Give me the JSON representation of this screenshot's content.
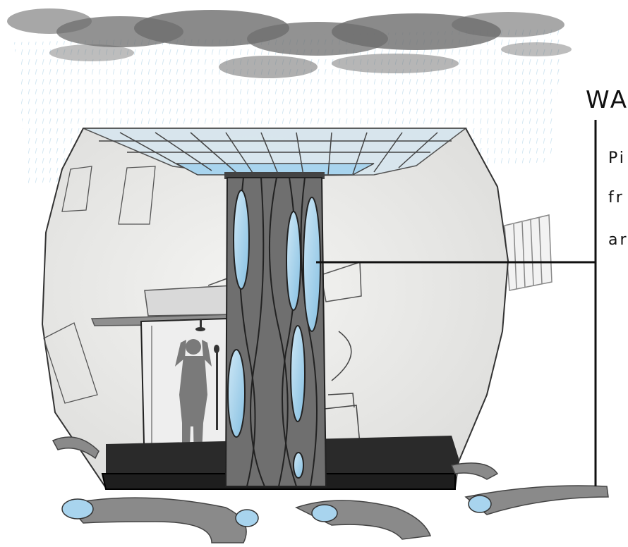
{
  "annotation": {
    "title": "WA",
    "lines": [
      "Pi",
      "fr",
      "ar"
    ]
  },
  "colors": {
    "cloud": "#6d6d6d",
    "rain": "#8fc3df",
    "pod_fill": "#ececec",
    "trunk": "#707070",
    "water_pocket": "#a8d4ee",
    "floor": "#1e1e1e",
    "hose": "#8a8a8a",
    "line": "#111111"
  },
  "icons": [
    "cloud-shape",
    "person-silhouette",
    "shower-head-icon"
  ]
}
